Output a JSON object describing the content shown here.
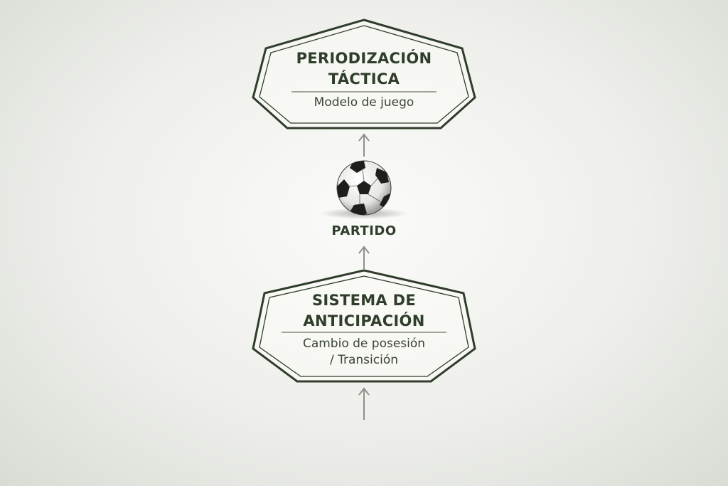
{
  "diagram": {
    "top_node": {
      "title_line1": "PERIODIZACIÓN",
      "title_line2": "TÁCTICA",
      "subtitle": "Modelo de juego"
    },
    "center": {
      "label": "PARTIDO",
      "icon": "soccer-ball-icon"
    },
    "bottom_node": {
      "title_line1": "SISTEMA DE",
      "title_line2": "ANTICIPACIÓN",
      "subtitle_line1": "Cambio de posesión",
      "subtitle_line2": "/ Transición"
    },
    "colors": {
      "frame": "#2f3d2b",
      "text": "#2f3d2b",
      "arrow": "#8c918a"
    }
  }
}
